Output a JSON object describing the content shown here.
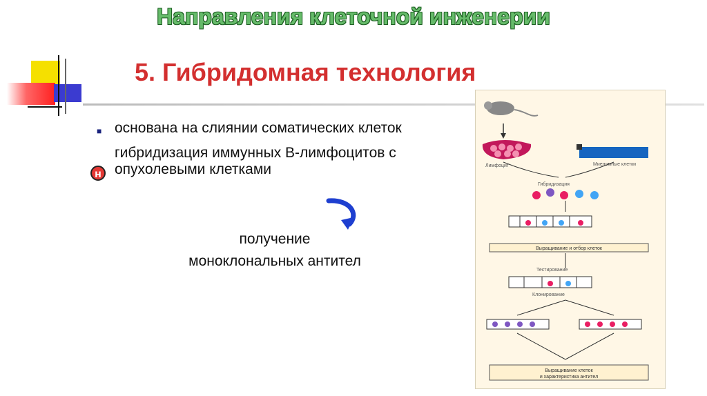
{
  "header": {
    "title": "Направления клеточной инженерии"
  },
  "slide": {
    "title": "5. Гибридомная технология"
  },
  "bullets": [
    {
      "text": "основана на слиянии соматических клеток"
    },
    {
      "text": "гибридизация иммунных В-лимфоцитов с опухолевыми клетками"
    }
  ],
  "marker_letter": "н",
  "result": {
    "line1": "получение",
    "line2": "моноклональных антител"
  },
  "figure": {
    "label_left": "Лимфоцит",
    "label_right": "Миеломные клетки",
    "hybrid": "Гибридизация",
    "box1": "Выращивание и отбор клеток",
    "testing": "Тестирование",
    "cloning": "Клонирование",
    "box2_l1": "Выращивание клеток",
    "box2_l2": "и характеристика антител"
  },
  "colors": {
    "header": "#66bb6a",
    "title": "#d32f2f",
    "accent": "#1a237e"
  }
}
